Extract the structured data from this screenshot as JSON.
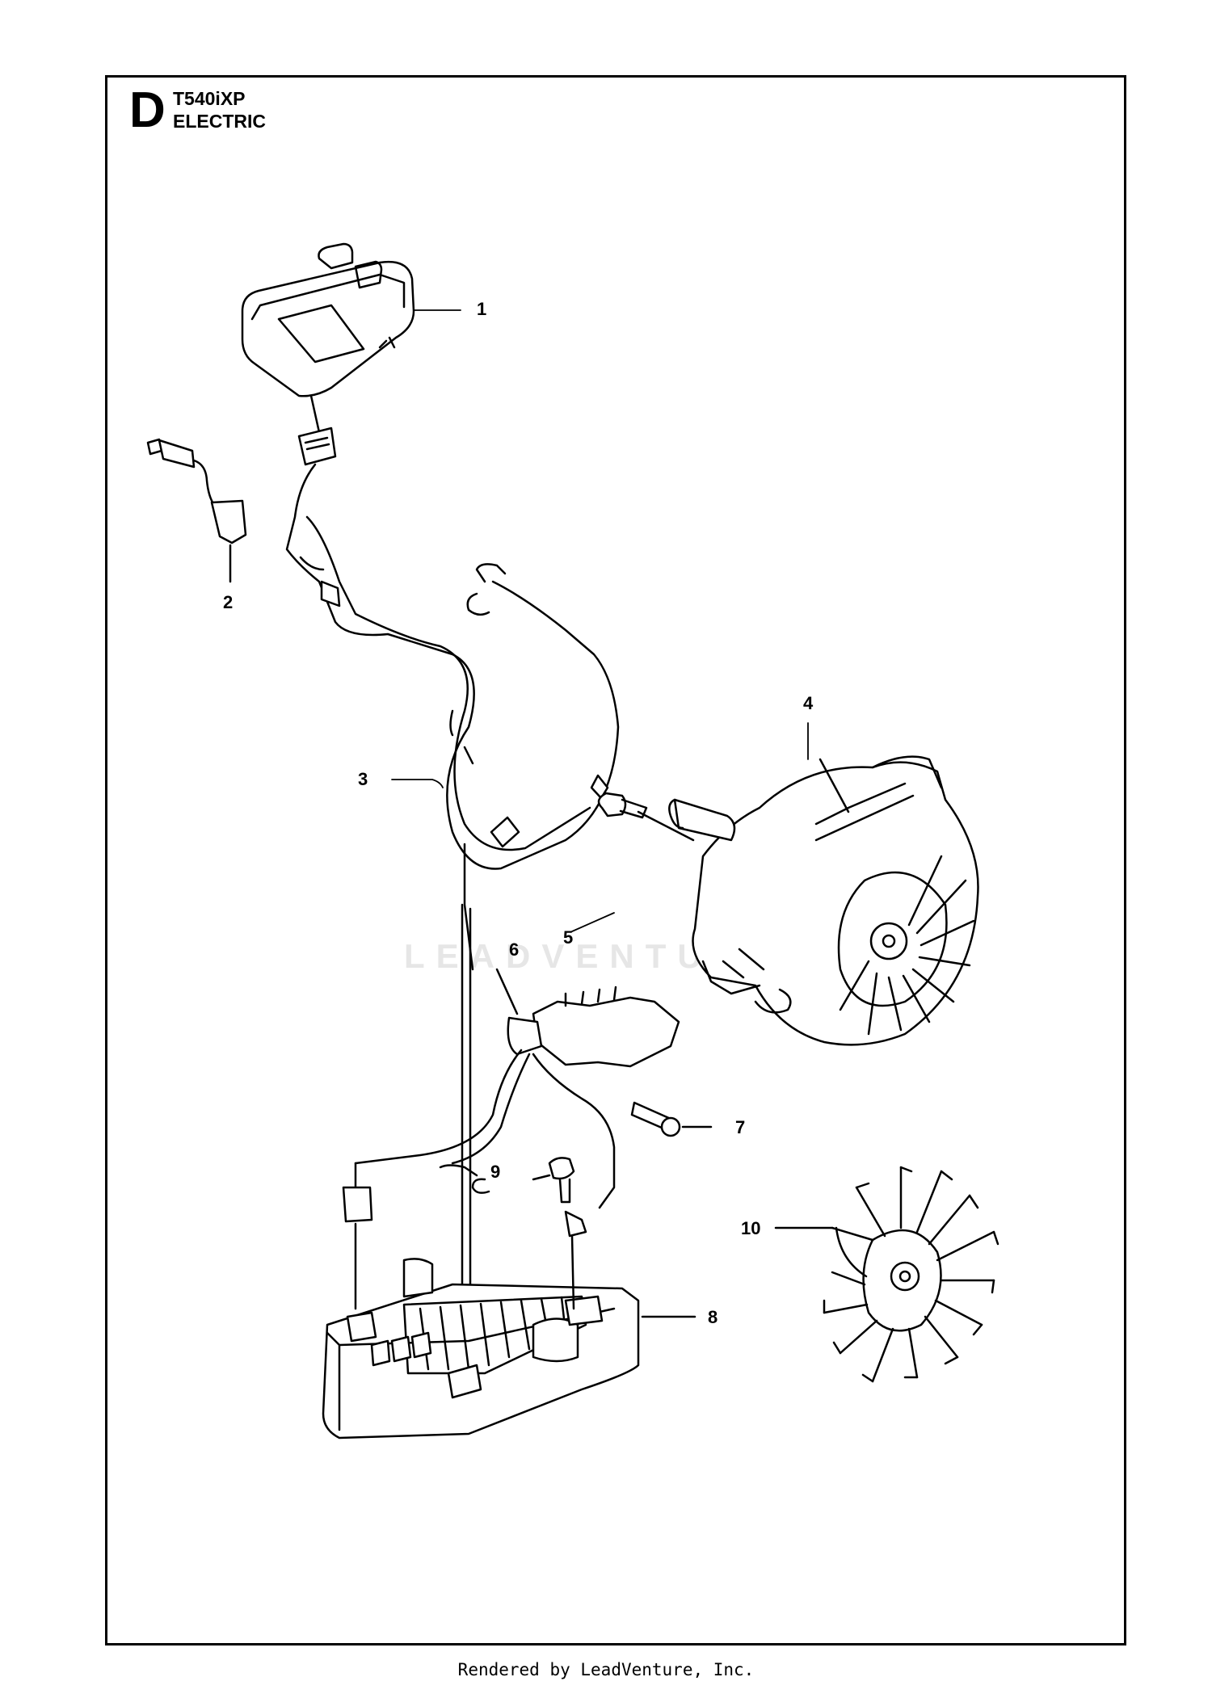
{
  "header": {
    "section_letter": "D",
    "model": "T540iXP",
    "subtitle": "ELECTRIC"
  },
  "callouts": [
    {
      "id": "1",
      "label": "1"
    },
    {
      "id": "2",
      "label": "2"
    },
    {
      "id": "3",
      "label": "3"
    },
    {
      "id": "4",
      "label": "4"
    },
    {
      "id": "5",
      "label": "5"
    },
    {
      "id": "6",
      "label": "6"
    },
    {
      "id": "7",
      "label": "7"
    },
    {
      "id": "8",
      "label": "8"
    },
    {
      "id": "9",
      "label": "9"
    },
    {
      "id": "10",
      "label": "10"
    }
  ],
  "watermark": "LEADVENTURE",
  "footer": "Rendered by LeadVenture, Inc."
}
